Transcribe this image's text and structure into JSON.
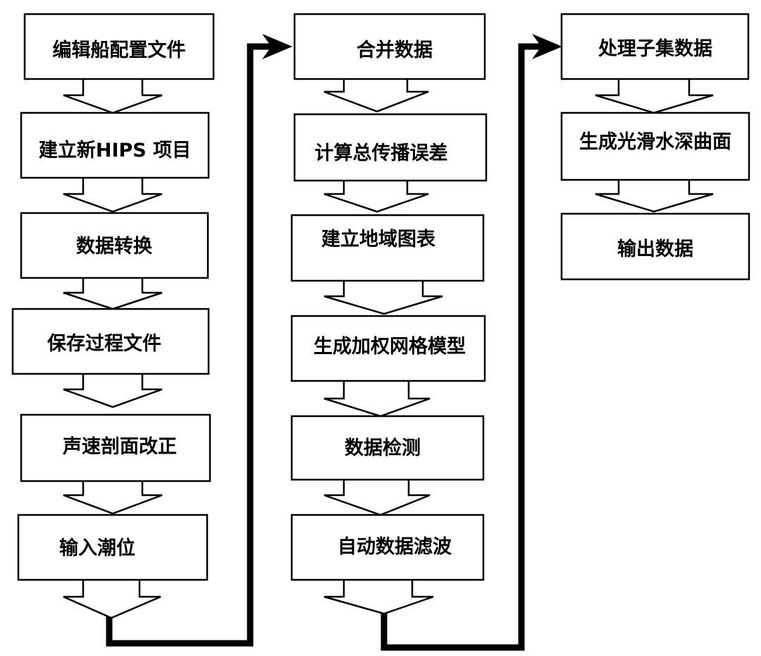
{
  "columns": [
    {
      "steps": [
        "编辑船配置文件",
        "建立新HIPS 项目",
        "数据转换",
        "保存过程文件",
        "声速剖面改正",
        "输入潮位"
      ]
    },
    {
      "steps": [
        "合并数据",
        "计算总传播误差",
        "建立地域图表",
        "生成加权网格模型",
        "数据检测",
        "自动数据滤波"
      ]
    },
    {
      "steps": [
        "处理子集数据",
        "生成光滑水深曲面",
        "输出数据"
      ]
    }
  ]
}
